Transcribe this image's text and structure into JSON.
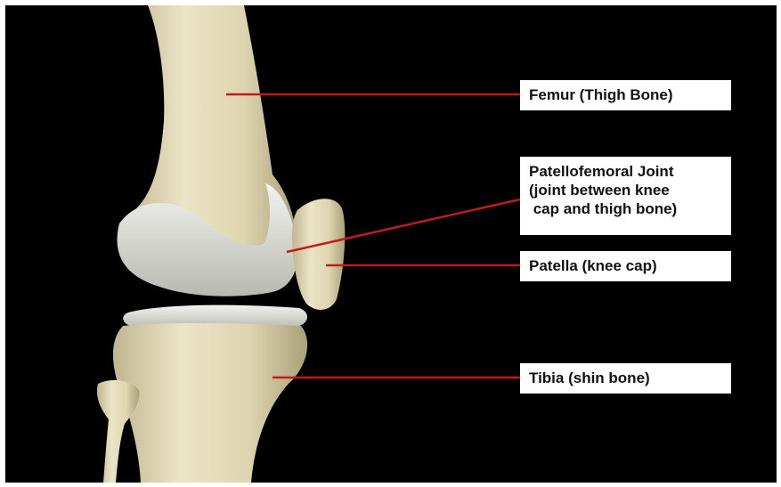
{
  "colors": {
    "background": "#000000",
    "bone": "#e6dfbf",
    "bone_shadow": "#b6ad88",
    "cartilage": "#d9d9d4",
    "leader_line": "#c41a1a",
    "label_bg": "#ffffff"
  },
  "labels": {
    "femur": {
      "lines": [
        "Femur (Thigh Bone)"
      ]
    },
    "patellofemoral": {
      "lines": [
        "Patellofemoral Joint",
        "(joint between knee",
        " cap and thigh bone)"
      ]
    },
    "patella": {
      "lines": [
        "Patella (knee cap)"
      ]
    },
    "tibia": {
      "lines": [
        "Tibia (shin bone)"
      ]
    }
  }
}
